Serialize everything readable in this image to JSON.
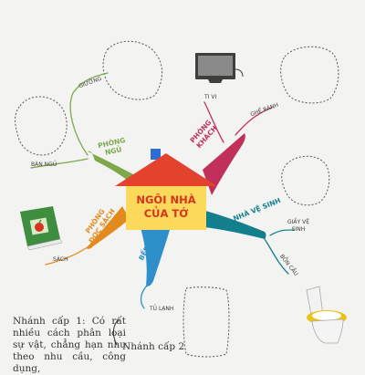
{
  "center": {
    "line1": "NGÔI NHÀ",
    "line2": "CỦA TỚ"
  },
  "branches": {
    "phong_ngu": {
      "line1": "PHÒNG",
      "line2": "NGỦ",
      "color": "#7ea84a"
    },
    "phong_khach": {
      "line1": "PHÒNG",
      "line2": "KHÁCH",
      "color": "#c0305a"
    },
    "phong_doc_sach": {
      "line1": "PHÒNG",
      "line2": "ĐỌC SÁCH",
      "color": "#e38a1e"
    },
    "bep": {
      "label": "BẾP",
      "color": "#2f8fcb"
    },
    "nha_ve_sinh": {
      "label": "NHÀ VỆ SINH",
      "color": "#137f8c"
    }
  },
  "sub_labels": {
    "giuong": "GIƯỜNG",
    "ban_ngu": "BÀN NGỦ",
    "ti_vi": "TI VI",
    "ghe_banh": "GHẾ BÀNH",
    "sach": "SÁCH",
    "tu_lanh": "TỦ LẠNH",
    "giat_ve_sinh": "GIẤY VỆ SINH",
    "bon_cau": "BỒN CẦU"
  },
  "notes": {
    "text": "Nhánh cấp 1: Có rất nhiều cách phân loại sự vật, chẳng hạn như theo nhu cầu, công dụng,",
    "level2": "Nhánh cấp 2"
  },
  "colors": {
    "background": "#f3f3f2",
    "roof": "#e3432c",
    "house_body": "#fbd95a",
    "title": "#d7331f",
    "chimney": "#2b6fd6"
  },
  "icons": [
    "tv-icon",
    "book-icon",
    "toilet-icon"
  ]
}
